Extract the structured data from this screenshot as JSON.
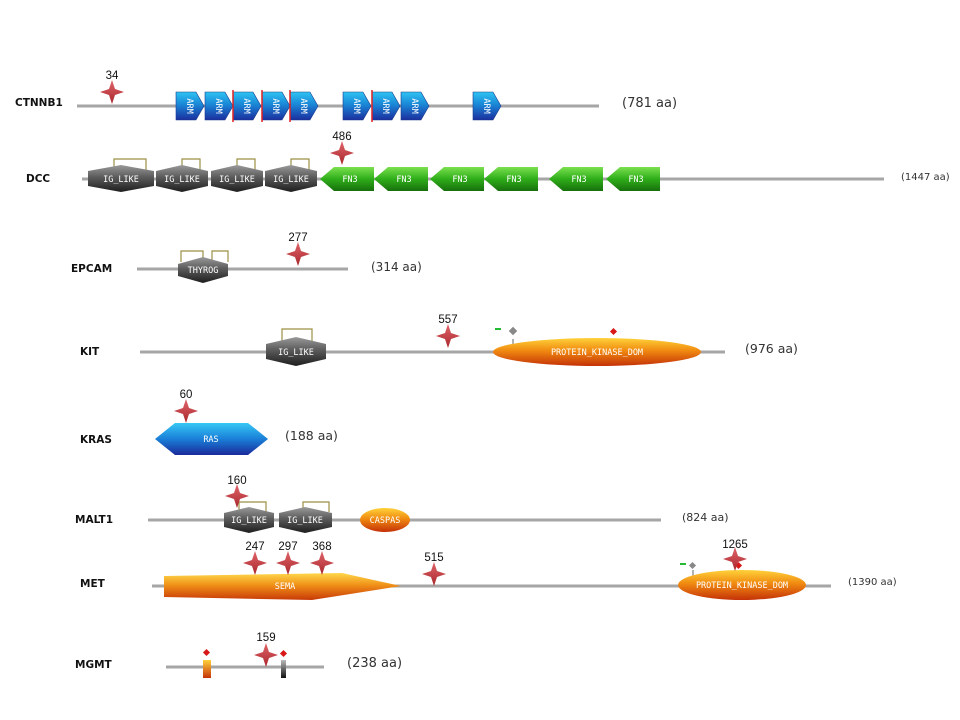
{
  "genes": [
    {
      "name": "CTNNB1",
      "length_label": "(781 aa)",
      "domains": [
        {
          "label": "ARM",
          "type": "arm"
        },
        {
          "label": "ARM",
          "type": "arm"
        },
        {
          "label": "ARM",
          "type": "arm"
        },
        {
          "label": "ARM",
          "type": "arm"
        },
        {
          "label": "ARM",
          "type": "arm"
        },
        {
          "label": "ARM",
          "type": "arm"
        },
        {
          "label": "ARM",
          "type": "arm"
        },
        {
          "label": "ARM",
          "type": "arm"
        },
        {
          "label": "ARM",
          "type": "arm"
        }
      ],
      "mutations": [
        {
          "label": "34"
        }
      ]
    },
    {
      "name": "DCC",
      "length_label": "(1447 aa)",
      "domains": [
        {
          "label": "IG_LIKE",
          "type": "ig"
        },
        {
          "label": "IG_LIKE",
          "type": "ig"
        },
        {
          "label": "IG_LIKE",
          "type": "ig"
        },
        {
          "label": "IG_LIKE",
          "type": "ig"
        },
        {
          "label": "FN3",
          "type": "fn3"
        },
        {
          "label": "FN3",
          "type": "fn3"
        },
        {
          "label": "FN3",
          "type": "fn3"
        },
        {
          "label": "FN3",
          "type": "fn3"
        },
        {
          "label": "FN3",
          "type": "fn3"
        },
        {
          "label": "FN3",
          "type": "fn3"
        }
      ],
      "mutations": [
        {
          "label": "486"
        }
      ]
    },
    {
      "name": "EPCAM",
      "length_label": "(314 aa)",
      "domains": [
        {
          "label": "THYROG",
          "type": "ig"
        }
      ],
      "mutations": [
        {
          "label": "277"
        }
      ]
    },
    {
      "name": "KIT",
      "length_label": "(976 aa)",
      "domains": [
        {
          "label": "IG_LIKE",
          "type": "ig"
        },
        {
          "label": "PROTEIN_KINASE_DOM",
          "type": "kinase"
        }
      ],
      "mutations": [
        {
          "label": "557"
        }
      ]
    },
    {
      "name": "KRAS",
      "length_label": "(188 aa)",
      "domains": [
        {
          "label": "RAS",
          "type": "ras"
        }
      ],
      "mutations": [
        {
          "label": "60"
        }
      ]
    },
    {
      "name": "MALT1",
      "length_label": "(824 aa)",
      "domains": [
        {
          "label": "IG_LIKE",
          "type": "ig"
        },
        {
          "label": "IG_LIKE",
          "type": "ig"
        },
        {
          "label": "CASPAS",
          "type": "caspase"
        }
      ],
      "mutations": [
        {
          "label": "160"
        }
      ]
    },
    {
      "name": "MET",
      "length_label": "(1390 aa)",
      "domains": [
        {
          "label": "SEMA",
          "type": "sema"
        },
        {
          "label": "PROTEIN_KINASE_DOM",
          "type": "kinase"
        }
      ],
      "mutations": [
        {
          "label": "247"
        },
        {
          "label": "297"
        },
        {
          "label": "368"
        },
        {
          "label": "515"
        },
        {
          "label": "1265"
        }
      ]
    },
    {
      "name": "MGMT",
      "length_label": "(238 aa)",
      "domains": [],
      "mutations": [
        {
          "label": "159"
        }
      ]
    }
  ]
}
